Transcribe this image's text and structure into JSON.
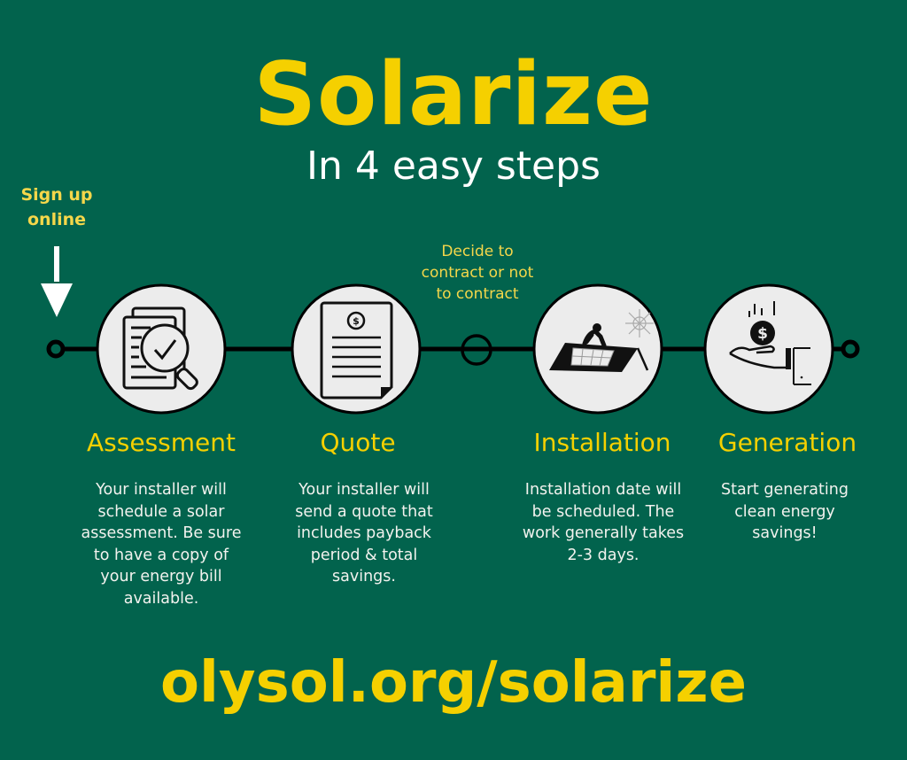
{
  "header": {
    "title": "Solarize",
    "subtitle": "In 4 easy steps"
  },
  "timeline": {
    "start_label": "Sign up online",
    "start_label_lines": [
      "Sign up",
      "online"
    ],
    "decision_label": "Decide to contract or not to contract",
    "decision_label_lines": [
      "Decide to",
      "contract or not",
      "to contract"
    ],
    "icons": [
      "arrow-down-icon",
      "assessment-magnifier-icon",
      "quote-document-icon",
      "decision-node-icon",
      "installation-roof-icon",
      "generation-hand-coin-icon"
    ]
  },
  "steps": [
    {
      "title": "Assessment",
      "icon": "assessment-magnifier-icon",
      "description_lines": [
        "Your installer will",
        "schedule a solar",
        "assessment. Be sure",
        "to have a copy of",
        "your energy bill",
        "available."
      ]
    },
    {
      "title": "Quote",
      "icon": "quote-document-icon",
      "description_lines": [
        "Your installer will",
        "send a quote that",
        "includes payback",
        "period & total",
        "savings."
      ]
    },
    {
      "title": "Installation",
      "icon": "installation-roof-icon",
      "description_lines": [
        "Installation date will",
        "be scheduled. The",
        "work generally takes",
        "2-3 days."
      ]
    },
    {
      "title": "Generation",
      "icon": "generation-hand-coin-icon",
      "description_lines": [
        "Start generating",
        "clean energy",
        "savings!"
      ]
    }
  ],
  "footer": {
    "url": "olysol.org/solarize"
  },
  "colors": {
    "background": "#02634d",
    "accent_yellow": "#f5d000",
    "light_yellow": "#f5d74a",
    "text_white": "#f2f2ee",
    "circle_fill": "#ececec",
    "line": "#000000"
  }
}
